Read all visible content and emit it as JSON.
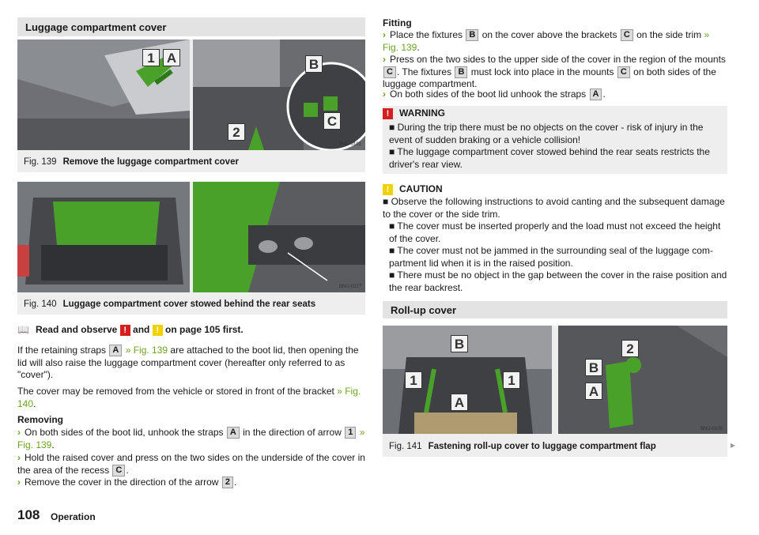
{
  "left": {
    "section_title": "Luggage compartment cover",
    "fig139": {
      "num": "Fig. 139",
      "title": "Remove the luggage compartment cover",
      "code": "BNU-0101",
      "labels": {
        "one": "1",
        "a": "A",
        "b": "B",
        "c": "C",
        "two": "2"
      }
    },
    "fig140": {
      "num": "Fig. 140",
      "title": "Luggage compartment cover stowed behind the rear seats",
      "code": "BNU-0227"
    },
    "read_observe": {
      "pre": "Read and observe",
      "mid": "and",
      "post": "on page 105 first.",
      "icon_warn": "!",
      "icon_caution": "!"
    },
    "para1": {
      "t1": "If the retaining straps",
      "tag": "A",
      "link": "» Fig. 139",
      "t2": "are attached to the boot lid, then opening the lid will also raise the luggage compartment cover (hereafter only referred to as \"cover\")."
    },
    "para2": {
      "t1": "The cover may be removed from the vehicle or stored in front of the bracket",
      "link": "» Fig. 140",
      "t2": "."
    },
    "removing": {
      "heading": "Removing",
      "s1": {
        "t1": "On both sides of the boot lid, unhook the straps",
        "tag1": "A",
        "t2": "in the direction of arrow",
        "tag2": "1",
        "link": "» Fig. 139",
        "t3": "."
      },
      "s2": {
        "t1": "Hold the raised cover and press on the two sides on the underside of the cover in the area of the recess",
        "tag": "C",
        "t2": "."
      },
      "s3": {
        "t1": "Remove the cover in the direction of the arrow",
        "tag": "2",
        "t2": "."
      }
    }
  },
  "right": {
    "fitting": {
      "heading": "Fitting",
      "s1": {
        "t1": "Place the fixtures",
        "tag1": "B",
        "t2": "on the cover above the brackets",
        "tag2": "C",
        "t3": "on the side trim",
        "link": "» Fig. 139",
        "t4": "."
      },
      "s2": {
        "t1": "Press on the two sides to the upper side of the cover in the region of the mounts",
        "tag1": "C",
        "t2": ". The fixtures",
        "tag2": "B",
        "t3": "must lock into place in the mounts",
        "tag3": "C",
        "t4": "on both sides of the luggage compartment."
      },
      "s3": {
        "t1": "On both sides of the boot lid unhook the straps",
        "tag": "A",
        "t2": "."
      }
    },
    "warning": {
      "title": "WARNING",
      "icon": "!",
      "l1": "■ During the trip there must be no objects on the cover - risk of injury in the event of sudden braking or a vehicle collision!",
      "l2": "■ The luggage compartment cover stowed behind the rear seats restricts the driver's rear view."
    },
    "caution": {
      "title": "CAUTION",
      "icon": "!",
      "l1": "■ Observe the following instructions to avoid canting and the subsequent damage to the cover or the side trim.",
      "l2": "■ The cover must be inserted properly and the load must not exceed the height of the cover.",
      "l3": "■ The cover must not be jammed in the surrounding seal of the luggage com- partment lid when it is in the raised position.",
      "l4": "■ There must be no object in the gap between the cover in the raise position and the rear backrest."
    },
    "section_title": "Roll-up cover",
    "fig141": {
      "num": "Fig. 141",
      "title": "Fastening roll-up cover to luggage compartment flap",
      "code": "BNU-0103",
      "labels": {
        "b": "B",
        "one_l": "1",
        "one_r": "1",
        "a": "A",
        "two": "2",
        "b2": "B",
        "a2": "A"
      },
      "next_arrow": "▸"
    }
  },
  "footer": {
    "page": "108",
    "label": "Operation"
  },
  "colors": {
    "accent": "#6ca320",
    "warning": "#d51e1e",
    "caution": "#f2d100",
    "header_bg": "#e3e3e3",
    "box_bg": "#eeeeee"
  }
}
